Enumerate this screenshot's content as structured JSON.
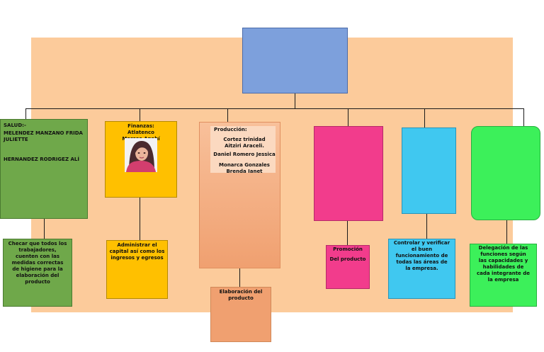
{
  "colors": {
    "background": "#fccb9b",
    "top_box": "#7da0dc",
    "green_dark": "#6fa84a",
    "yellow": "#ffc000",
    "salmon": "#f0a070",
    "pink": "#f23c8c",
    "cyan": "#40c8f0",
    "green_bright": "#3cf05a"
  },
  "salud": {
    "heading": "SALUD:-",
    "names_1": "MELENDEZ MANZANO FRIDA JULIETTE",
    "names_2": "HERNANDEZ RODRIGEZ ALÍ",
    "task": "Checar que todos los trabajadores, cuenten con las medidas correctas de higiene para la elaboración del producto"
  },
  "finanzas": {
    "heading": "Finanzas: Atlatenco Marcos Anahí",
    "photo_icon": "portrait-photo",
    "task": "Administrar el capital así como los ingresos y egresos"
  },
  "produccion": {
    "heading": "Producción:",
    "name_1": "Cortez trinidad Aitziri Araceli.",
    "name_2": "Daniel Romero Jessica",
    "name_3": "Monarca Gonzales Brenda Janet",
    "task": "Elaboración del producto"
  },
  "promocion": {
    "task_1": "Promoción",
    "task_2": "Del producto"
  },
  "control": {
    "task": "Controlar y verificar el buen funcionamiento de todas las áreas de la empresa."
  },
  "delegacion": {
    "task": "Delegación de las funciones según las capacidades y habilidades de cada integrante de la empresa"
  }
}
